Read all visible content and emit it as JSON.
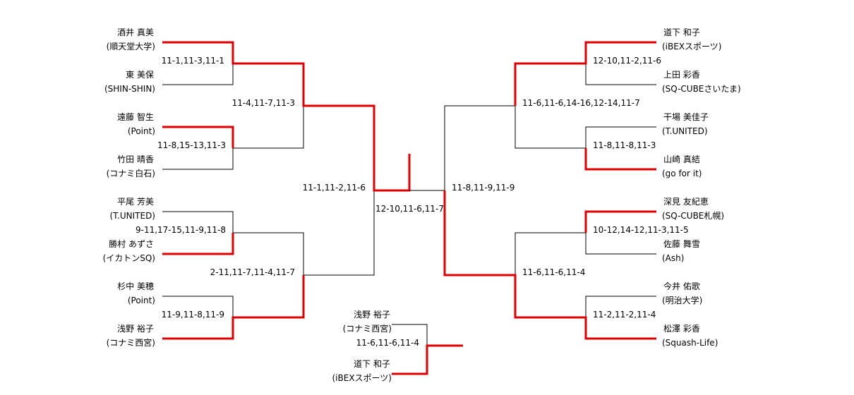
{
  "colors": {
    "line": "#000000",
    "winner": "#e00000"
  },
  "players": {
    "p1": {
      "name": "酒井 真美",
      "club": "(順天堂大学)"
    },
    "p2": {
      "name": "東 美保",
      "club": "(SHIN-SHIN)"
    },
    "p3": {
      "name": "遠藤 智生",
      "club": "(Point)"
    },
    "p4": {
      "name": "竹田 晴香",
      "club": "(コナミ白石)"
    },
    "p5": {
      "name": "平尾 芳美",
      "club": "(T.UNITED)"
    },
    "p6": {
      "name": "勝村 あずさ",
      "club": "(イカトンSQ)"
    },
    "p7": {
      "name": "杉中 美穂",
      "club": "(Point)"
    },
    "p8": {
      "name": "浅野 裕子",
      "club": "(コナミ西宮)"
    },
    "p9": {
      "name": "道下 和子",
      "club": "(iBEXスポーツ)"
    },
    "p10": {
      "name": "上田 彩香",
      "club": "(SQ-CUBEさいたま)"
    },
    "p11": {
      "name": "干場 美佳子",
      "club": "(T.UNITED)"
    },
    "p12": {
      "name": "山崎 真結",
      "club": "(go for it)"
    },
    "p13": {
      "name": "深見 友紀恵",
      "club": "(SQ-CUBE札幌)"
    },
    "p14": {
      "name": "佐藤 舞雪",
      "club": "(Ash)"
    },
    "p15": {
      "name": "今井 佑歌",
      "club": "(明治大学)"
    },
    "p16": {
      "name": "松澤 彩香",
      "club": "(Squash-Life)"
    },
    "third_a": {
      "name": "浅野 裕子",
      "club": "(コナミ西宮)"
    },
    "third_b": {
      "name": "道下 和子",
      "club": "(iBEXスポーツ)"
    }
  },
  "scores": {
    "r1_m1": "11-1,11-3,11-1",
    "r1_m2": "11-8,15-13,11-3",
    "r1_m3": "9-11,17-15,11-9,11-8",
    "r1_m4": "11-9,11-8,11-9",
    "r1_m5": "12-10,11-2,11-6",
    "r1_m6": "11-8,11-8,11-3",
    "r1_m7": "10-12,14-12,11-3,11-5",
    "r1_m8": "11-2,11-2,11-4",
    "qf_left_top": "11-4,11-7,11-3",
    "qf_left_bottom": "2-11,11-7,11-4,11-7",
    "qf_right_top": "11-6,11-6,14-16,12-14,11-7",
    "qf_right_bottom": "11-6,11-6,11-4",
    "sf_left": "11-1,11-2,11-6",
    "sf_right": "11-8,11-9,11-9",
    "final": "12-10,11-6,11-7",
    "third_place": "11-6,11-6,11-4"
  }
}
